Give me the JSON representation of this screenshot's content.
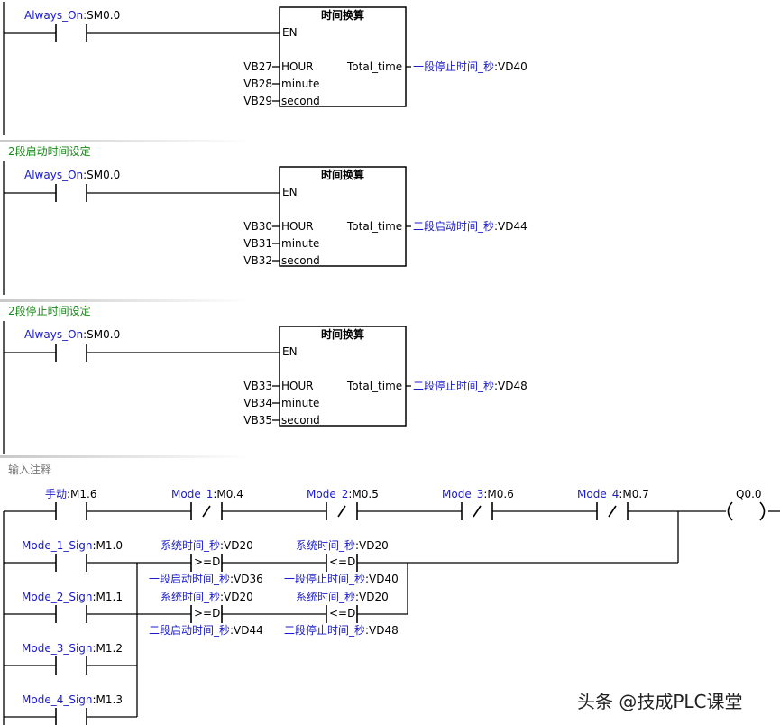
{
  "block_title": "时间换算",
  "pins": {
    "en": "EN",
    "hour": "HOUR",
    "minute": "minute",
    "second": "second",
    "out": "Total_time"
  },
  "networks": [
    {
      "comment": "",
      "contact": {
        "symbol": "Always_On",
        "addr": ":SM0.0"
      },
      "inputs": [
        "VB27",
        "VB28",
        "VB29"
      ],
      "output": {
        "symbol": "一段停止时间_秒",
        "addr": ":VD40"
      }
    },
    {
      "comment": "2段启动时间设定",
      "contact": {
        "symbol": "Always_On",
        "addr": ":SM0.0"
      },
      "inputs": [
        "VB30",
        "VB31",
        "VB32"
      ],
      "output": {
        "symbol": "二段启动时间_秒",
        "addr": ":VD44"
      }
    },
    {
      "comment": "2段停止时间设定",
      "contact": {
        "symbol": "Always_On",
        "addr": ":SM0.0"
      },
      "inputs": [
        "VB33",
        "VB34",
        "VB35"
      ],
      "output": {
        "symbol": "二段停止时间_秒",
        "addr": ":VD48"
      }
    }
  ],
  "network4": {
    "comment": "输入注释",
    "series_contacts": [
      {
        "symbol": "手动",
        "addr": ":M1.6",
        "type": "NO"
      },
      {
        "symbol": "Mode_1",
        "addr": ":M0.4",
        "type": "NC"
      },
      {
        "symbol": "Mode_2",
        "addr": ":M0.5",
        "type": "NC"
      },
      {
        "symbol": "Mode_3",
        "addr": ":M0.6",
        "type": "NC"
      },
      {
        "symbol": "Mode_4",
        "addr": ":M0.7",
        "type": "NC"
      }
    ],
    "coil": "Q0.0",
    "branch_contacts": [
      {
        "symbol": "Mode_1_Sign",
        "addr": ":M1.0"
      },
      {
        "symbol": "Mode_2_Sign",
        "addr": ":M1.1"
      },
      {
        "symbol": "Mode_3_Sign",
        "addr": ":M1.2"
      },
      {
        "symbol": "Mode_4_Sign",
        "addr": ":M1.3"
      }
    ],
    "compare_rows": [
      {
        "cmp1": {
          "op": ">=D",
          "top_sym": "系统时间_秒",
          "top_addr": ":VD20",
          "bot_sym": "一段启动时间_秒",
          "bot_addr": ":VD36"
        },
        "cmp2": {
          "op": "<=D",
          "top_sym": "系统时间_秒",
          "top_addr": ":VD20",
          "bot_sym": "一段停止时间_秒",
          "bot_addr": ":VD40"
        }
      },
      {
        "cmp1": {
          "op": ">=D",
          "top_sym": "系统时间_秒",
          "top_addr": ":VD20",
          "bot_sym": "二段启动时间_秒",
          "bot_addr": ":VD44"
        },
        "cmp2": {
          "op": "<=D",
          "top_sym": "系统时间_秒",
          "top_addr": ":VD20",
          "bot_sym": "二段停止时间_秒",
          "bot_addr": ":VD48"
        }
      }
    ]
  },
  "watermark": "头条 @技成PLC课堂"
}
